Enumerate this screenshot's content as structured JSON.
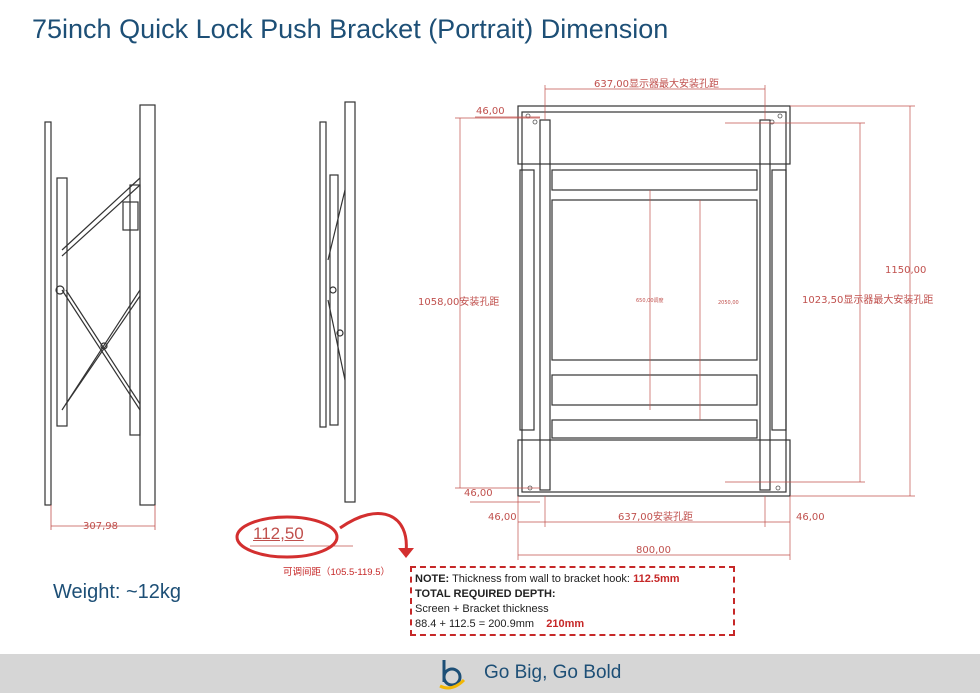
{
  "title": "75inch Quick Lock Push Bracket (Portrait) Dimension",
  "weight": "Weight: ~12kg",
  "dimensions": {
    "side_depth": "307,98",
    "push_depth": "112,50",
    "adjustable_range": "可调间距（105.5-119.5）",
    "top_hole": "637,00显示器最大安装孔距",
    "top_offset": "46,00",
    "left_height": "1058,00安装孔距",
    "right_height": "1023,50显示器最大安装孔距",
    "total_height": "1150,00",
    "inner_small_a": "650,00调度",
    "inner_small_b": "2050,00",
    "bottom_offset": "46,00",
    "bottom_left": "46,00",
    "bottom_hole": "637,00安装孔距",
    "bottom_right": "46,00",
    "total_width": "800,00"
  },
  "note": {
    "line1_label": "NOTE:",
    "line1_text": " Thickness from wall to bracket hook: ",
    "line1_value": "112.5mm",
    "line2": "TOTAL REQUIRED DEPTH:",
    "line3": "Screen + Bracket thickness",
    "line4": "88.4 + 112.5 = 200.9mm",
    "line4_value": "210mm"
  },
  "footer": {
    "slogan": "Go Big, Go Bold",
    "logo_icon": "b-circle-logo"
  },
  "colors": {
    "title": "#1d4f76",
    "dimension": "#c0504d",
    "highlight": "#c62828",
    "footer_bg": "#d6d6d6"
  }
}
